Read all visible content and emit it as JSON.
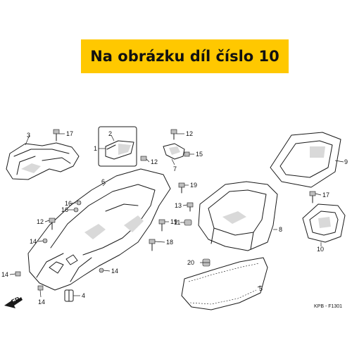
{
  "banner": {
    "text": "Na obrázku díl číslo 10",
    "color": "#ffc800"
  },
  "diagram": {
    "code": "KPB - F1301",
    "direction_label": "FR.",
    "callouts": {
      "c1": "1",
      "c2": "2",
      "c3": "3",
      "c4": "4",
      "c5": "5",
      "c6": "6",
      "c7": "7",
      "c8": "8",
      "c9": "9",
      "c10": "10",
      "c11": "11",
      "c12a": "12",
      "c12b": "12",
      "c13": "13",
      "c14a": "14",
      "c14b": "14",
      "c14c": "14",
      "c14d": "14",
      "c15": "15",
      "c16": "16",
      "c17a": "17",
      "c17b": "17",
      "c18": "18",
      "c19a": "19",
      "c19b": "19",
      "c20": "20"
    }
  }
}
